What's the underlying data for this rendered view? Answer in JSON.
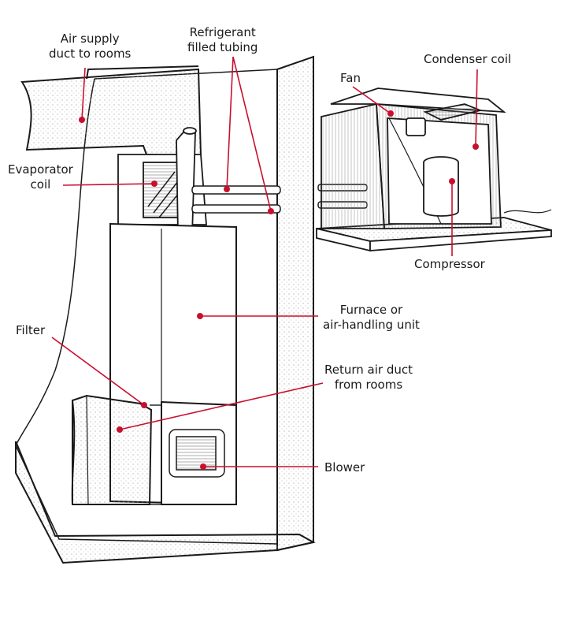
{
  "labels": {
    "air_supply_duct": {
      "line1": "Air supply",
      "line2": "duct to rooms"
    },
    "refrigerant_tubing": {
      "line1": "Refrigerant",
      "line2": "filled tubing"
    },
    "condenser_coil": "Condenser coil",
    "fan": "Fan",
    "evaporator_coil": {
      "line1": "Evaporator",
      "line2": "coil"
    },
    "compressor": "Compressor",
    "furnace": {
      "line1": "Furnace or",
      "line2": "air-handling unit"
    },
    "filter": "Filter",
    "return_air_duct": {
      "line1": "Return air duct",
      "line2": "from rooms"
    },
    "blower": "Blower"
  },
  "colors": {
    "leader_line": "#c8102e",
    "ink": "#1a1a1a",
    "stipple": "#b0b0b0",
    "background": "#ffffff"
  }
}
